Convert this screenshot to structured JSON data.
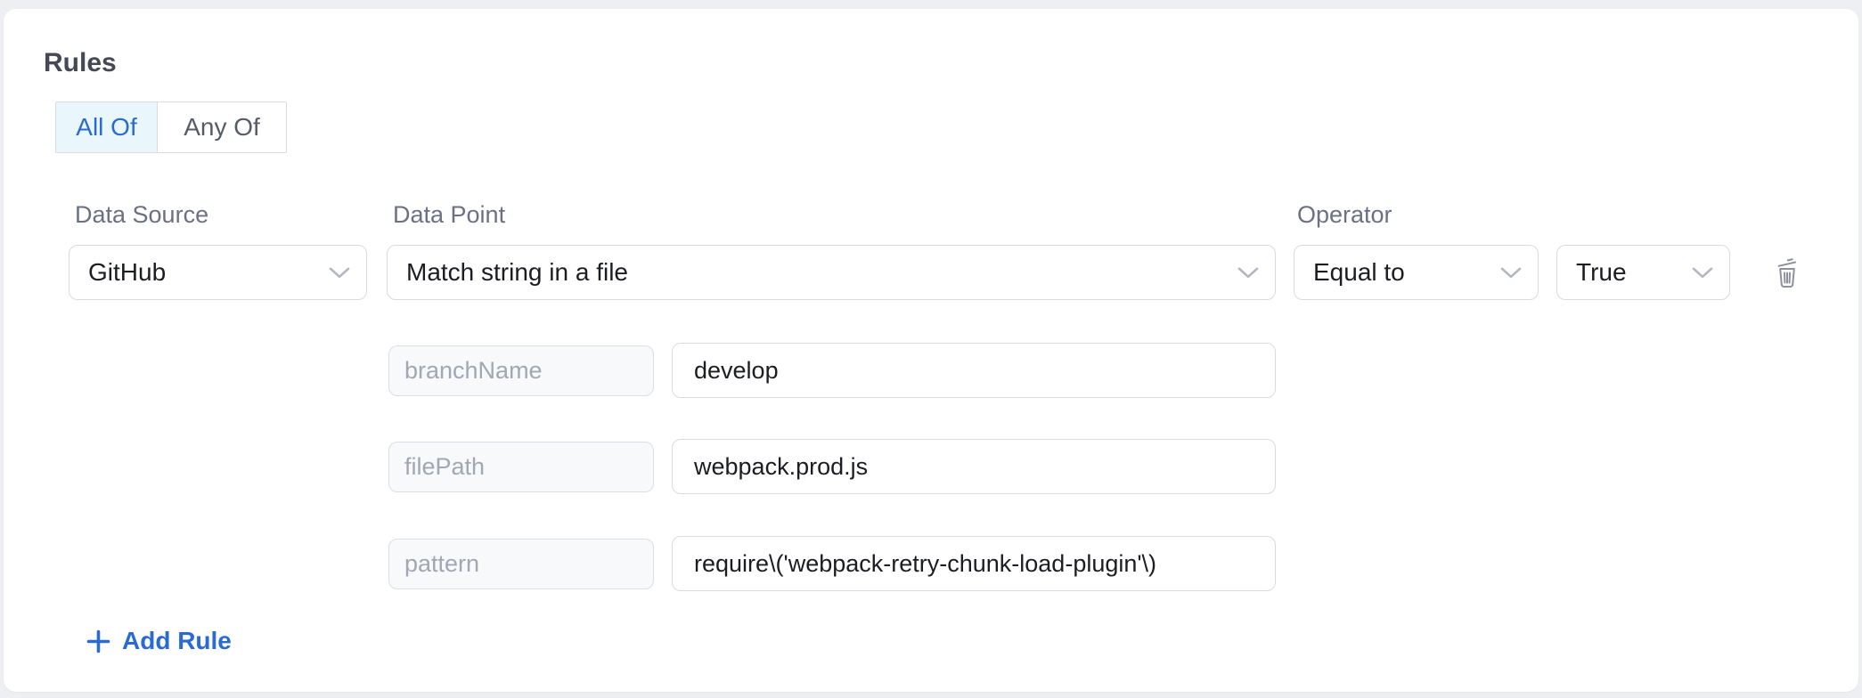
{
  "title": "Rules",
  "match_mode": {
    "all_of": "All Of",
    "any_of": "Any Of",
    "selected": "All Of"
  },
  "rule": {
    "data_source_label": "Data Source",
    "data_source_value": "GitHub",
    "data_point_label": "Data Point",
    "data_point_value": "Match string in a file",
    "operator_label": "Operator",
    "operator_value": "Equal to",
    "operand_value": "True",
    "params": [
      {
        "key": "branchName",
        "value": "develop"
      },
      {
        "key": "filePath",
        "value": "webpack.prod.js"
      },
      {
        "key": "pattern",
        "value": "require\\('webpack-retry-chunk-load-plugin'\\)"
      }
    ]
  },
  "add_rule": {
    "label": "Add Rule"
  },
  "icons": {
    "chevron_down": "chevron-down-icon",
    "trash": "trash-icon",
    "plus": "plus-icon"
  },
  "colors": {
    "accent_blue": "#2a6bd2",
    "active_segment_bg": "#e9f6fc",
    "border": "#d9dbe3",
    "label_text": "#6b7082",
    "placeholder_text": "#a3a6b4",
    "value_text": "#1b1d23",
    "heading_text": "#454956",
    "page_bg": "#edeff2",
    "card_bg": "#ffffff",
    "key_field_bg": "#f8f9fb",
    "icon_gray": "#8d919f"
  }
}
